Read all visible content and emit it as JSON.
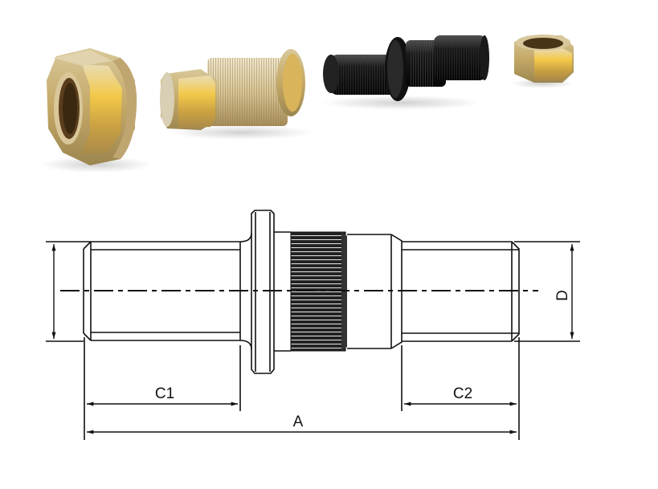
{
  "photo": {
    "parts": [
      {
        "name": "cap-nut",
        "color": "#c9a44a"
      },
      {
        "name": "threaded-sleeve",
        "color": "#c8b07a"
      },
      {
        "name": "wheel-stud",
        "color": "#1c1c1c"
      },
      {
        "name": "hex-nut",
        "color": "#b8964a"
      }
    ]
  },
  "drawing": {
    "line_color": "#111111",
    "labels": {
      "c1": "C1",
      "c2": "C2",
      "a": "A",
      "d": "D"
    }
  }
}
